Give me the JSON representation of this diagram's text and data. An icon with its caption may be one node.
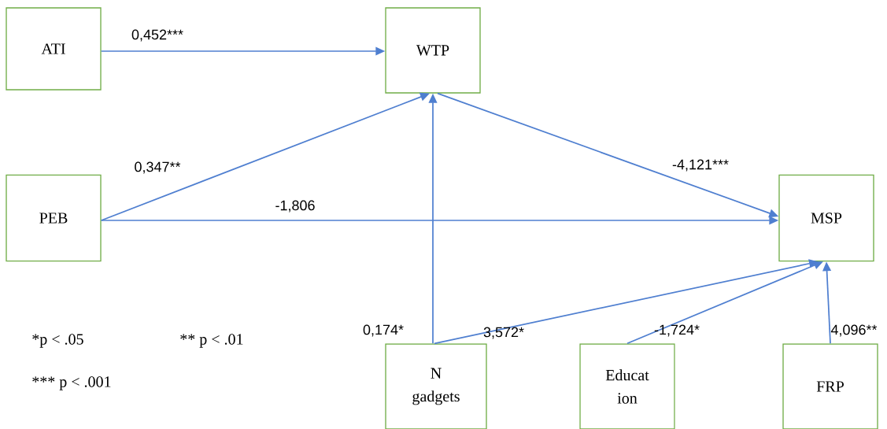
{
  "diagram": {
    "nodes": [
      {
        "text": [
          "ATI"
        ]
      },
      {
        "text": [
          "WTP"
        ]
      },
      {
        "text": [
          "PEB"
        ]
      },
      {
        "text": [
          "MSP"
        ]
      },
      {
        "text": [
          "N gadgets"
        ]
      },
      {
        "text": [
          "Educat ion"
        ]
      },
      {
        "text": [
          "FRP"
        ]
      }
    ],
    "edges": [
      {
        "from": 0,
        "to": 1,
        "arrow": "to",
        "label": "0,452***"
      },
      {
        "from": 2,
        "to": 1,
        "arrow": "to",
        "label": "0,347**"
      },
      {
        "from": 2,
        "to": 3,
        "arrow": "to",
        "label": "-1,806"
      },
      {
        "from": 1,
        "to": 3,
        "arrow": "to",
        "label": "-4,121***"
      },
      {
        "from": 4,
        "to": 1,
        "arrow": "to",
        "label": "0,174*"
      },
      {
        "from": 4,
        "to": 3,
        "arrow": "to",
        "label": "3,572*"
      },
      {
        "from": 5,
        "to": 3,
        "arrow": "to",
        "label": "-1,724*"
      },
      {
        "from": 6,
        "to": 3,
        "arrow": "to",
        "label": "4,096**"
      }
    ],
    "labels": [
      "*p < .05",
      "** p < .01",
      "*** p < .001"
    ]
  }
}
